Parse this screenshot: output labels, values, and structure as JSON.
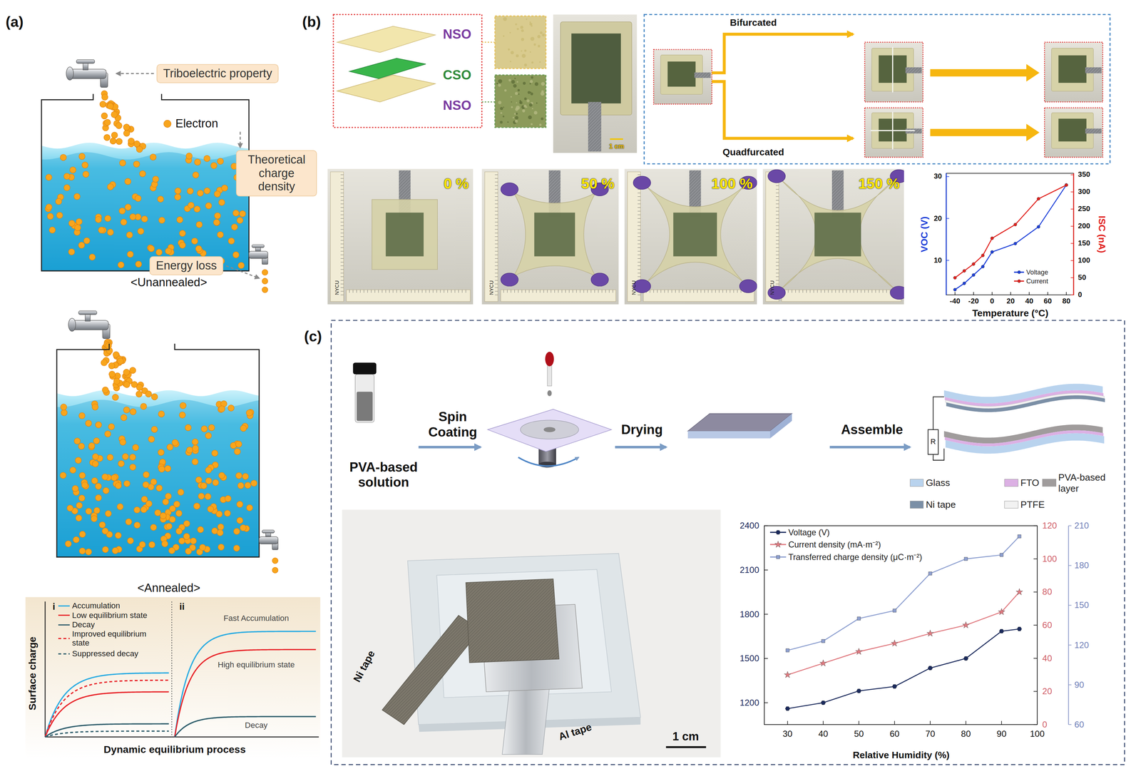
{
  "diagram": {
    "nodes": [
      {
        "text": [
          "Triboelectric property"
        ]
      },
      {
        "text": [
          "Theoretical charge density"
        ]
      },
      {
        "text": [
          "Energy loss"
        ]
      }
    ],
    "labels": [
      "(a)",
      "(b)",
      "(c)",
      "Electron",
      "<Unannealed>",
      "<Annealed>",
      "i",
      "ii",
      "Fast Accumulation",
      "High equilibrium state",
      "Decay",
      "Surface charge",
      "Dynamic equilibrium process",
      "NSO",
      "CSO",
      "NSO",
      "1 cm",
      "Bifurcated",
      "Quadfurcated",
      "0 %",
      "50 %",
      "100 %",
      "150 %",
      "NYCU",
      "NYCU",
      "NYCU",
      "NYCU",
      "10",
      "20",
      "30",
      "0",
      "50",
      "100",
      "150",
      "200",
      "250",
      "300",
      "350",
      "-40",
      "-20",
      "0",
      "20",
      "40",
      "60",
      "80",
      "VOC (V)",
      "ISC (nA)",
      "Temperature (°C)",
      "PVA-based solution",
      "Spin Coating",
      "Drying",
      "Assemble",
      "R",
      "Ni tape",
      "Al tape",
      "1 cm",
      "1200",
      "1500",
      "1800",
      "2100",
      "2400",
      "0",
      "20",
      "40",
      "60",
      "80",
      "100",
      "120",
      "60",
      "90",
      "120",
      "150",
      "180",
      "210",
      "30",
      "40",
      "50",
      "60",
      "70",
      "80",
      "90",
      "100",
      "Relative Humidity (%)"
    ],
    "legend": [
      {
        "text": "Accumulation"
      },
      {
        "text": "Low equilibrium state"
      },
      {
        "text": "Decay"
      },
      {
        "text": "Improved equilibrium state"
      },
      {
        "text": "Suppressed decay"
      },
      {
        "text": "Voltage"
      },
      {
        "text": "Current"
      },
      {
        "text": "Glass",
        "color": "#b9d3ee"
      },
      {
        "text": "FTO",
        "color": "#dcb0e4"
      },
      {
        "text": "PVA-based layer",
        "color": "#a09c9c"
      },
      {
        "text": "Ni tape",
        "color": "#7b8fa6"
      },
      {
        "text": "PTFE",
        "color": "#f2f2f2"
      },
      {
        "text": "Voltage (V)"
      },
      {
        "text": "Current density (mA·m⁻²)"
      },
      {
        "text": "Transferred charge density (μC·m⁻²)"
      }
    ]
  }
}
